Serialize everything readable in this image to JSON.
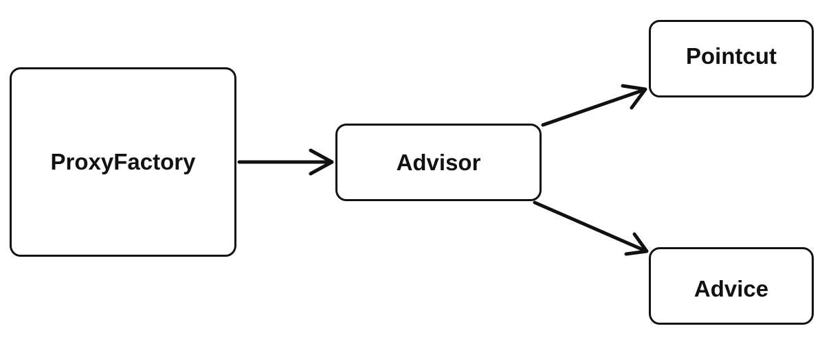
{
  "diagram": {
    "nodes": [
      {
        "id": "proxyfactory",
        "label": "ProxyFactory"
      },
      {
        "id": "advisor",
        "label": "Advisor"
      },
      {
        "id": "pointcut",
        "label": "Pointcut"
      },
      {
        "id": "advice",
        "label": "Advice"
      }
    ],
    "edges": [
      {
        "from": "proxyfactory",
        "to": "advisor"
      },
      {
        "from": "advisor",
        "to": "pointcut"
      },
      {
        "from": "advisor",
        "to": "advice"
      }
    ]
  },
  "colors": {
    "stroke": "#111111",
    "background": "#ffffff"
  }
}
